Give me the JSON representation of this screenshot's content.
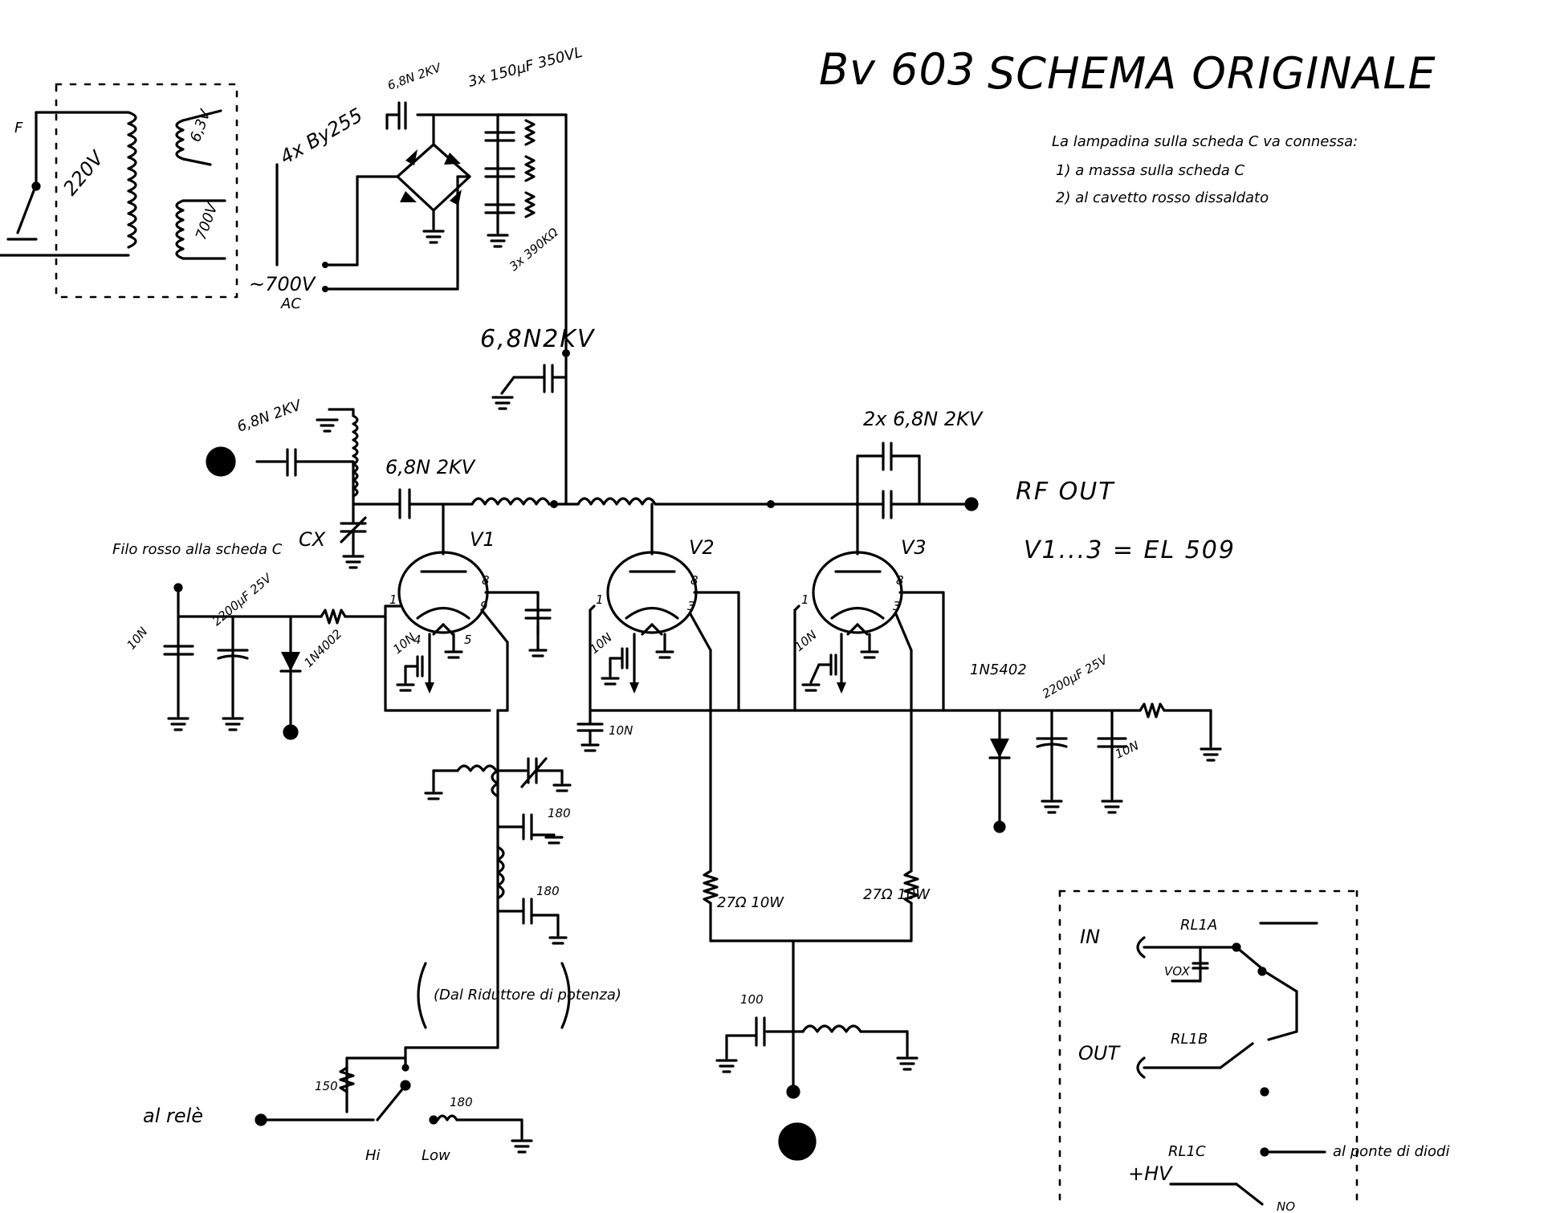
{
  "header": {
    "model": "Bv 603",
    "title": "SCHEMA ORIGINALE"
  },
  "notes": {
    "line1": "La lampadina sulla scheda C va connessa:",
    "line2": "1) a massa sulla scheda C",
    "line3": "2) al cavetto rosso dissaldato"
  },
  "power_supply": {
    "fuse": "F",
    "primary": "220V",
    "heater": "6,3V",
    "hv_secondary": "700V",
    "ac_label": "~700V",
    "ac_sub": "AC",
    "diodes": "4x By255",
    "bridge_cap": "6,8N 2KV",
    "filter_caps": "3x 150µF 350VL",
    "bleeders": "3x 390KΩ"
  },
  "rf": {
    "hv_bypass": "6,8N2KV",
    "input_cap": "6,8N 2KV",
    "coupling_cap": "6,8N 2KV",
    "output_caps": "2x 6,8N 2KV",
    "cx": "CX",
    "rf_out": "RF OUT",
    "tube_type": "V1...3 = EL 509",
    "tubes": [
      "V1",
      "V2",
      "V3"
    ]
  },
  "bias": {
    "wire_label": "Filo rosso alla scheda C",
    "cap1": "10N",
    "cap2": "2200µF 25V",
    "diode": "1N4002",
    "cap_v1": "10N",
    "cap_v2": "10N",
    "cap_v3": "10N",
    "cap_bus": "10N"
  },
  "screen_supply": {
    "diode": "1N5402",
    "cap": "2200µF 25V",
    "cap_small": "10N"
  },
  "pins": {
    "p1": "1",
    "p8": "8",
    "p9": "9",
    "p3": "3",
    "p4": "4",
    "p5": "5"
  },
  "output_net": {
    "cap180a": "180",
    "cap180b": "180",
    "note": "(Dal Riduttore di potenza)",
    "r150": "150",
    "r180": "180",
    "hi": "Hi",
    "low": "Low",
    "relay_label": "al relè"
  },
  "cathode": {
    "r_left": "27Ω 10W",
    "r_right": "27Ω 10W",
    "cap100": "100"
  },
  "relay": {
    "in": "IN",
    "out": "OUT",
    "rl1a": "RL1A",
    "rl1b": "RL1B",
    "rl1c": "RL1C",
    "vox": "VOX",
    "hv": "+HV",
    "no": "NO",
    "bridge": "al ponte di diodi"
  }
}
